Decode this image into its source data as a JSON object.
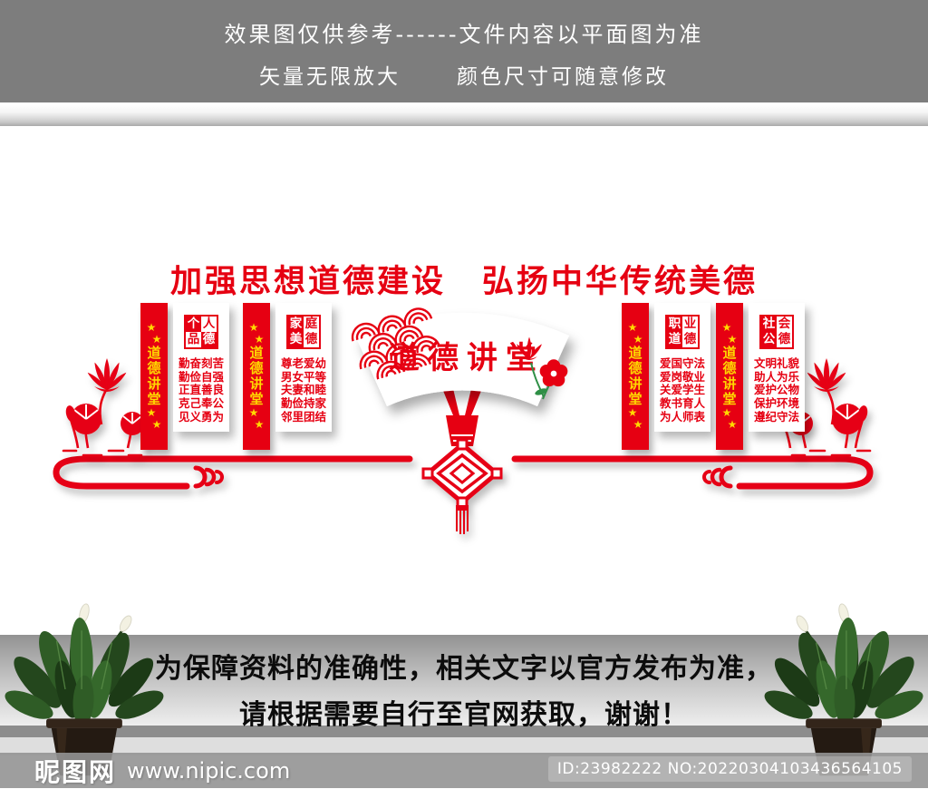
{
  "colors": {
    "accent_red": "#e60012",
    "star_yellow": "#ffd900",
    "header_gray": "#7d7d7d"
  },
  "header": {
    "line1": "效果图仅供参考------文件内容以平面图为准",
    "line2_left": "矢量无限放大",
    "line2_right": "颜色尺寸可随意修改"
  },
  "title": {
    "left": "加强思想道德建设",
    "right": "弘扬中华传统美德"
  },
  "fan": {
    "title": "道德讲堂"
  },
  "banner": {
    "star": "★",
    "chars": [
      "道",
      "德",
      "讲",
      "堂"
    ]
  },
  "panels": [
    {
      "name": "个人品德",
      "seal": [
        "个",
        "人",
        "品",
        "德"
      ],
      "seal_filled": [
        0,
        3
      ],
      "lines": [
        "勤奋刻苦",
        "勤俭自强",
        "正直善良",
        "克己奉公",
        "见义勇为"
      ]
    },
    {
      "name": "家庭美德",
      "seal": [
        "家",
        "庭",
        "美",
        "德"
      ],
      "seal_filled": [
        0,
        2
      ],
      "lines": [
        "尊老爱幼",
        "男女平等",
        "夫妻和睦",
        "勤俭持家",
        "邻里团结"
      ]
    },
    {
      "name": "职业道德",
      "seal": [
        "职",
        "业",
        "道",
        "德"
      ],
      "seal_filled": [
        0,
        2
      ],
      "lines": [
        "爱国守法",
        "爱岗敬业",
        "关爱学生",
        "教书育人",
        "为人师表"
      ]
    },
    {
      "name": "社会公德",
      "seal": [
        "社",
        "会",
        "公",
        "德"
      ],
      "seal_filled": [
        0,
        2
      ],
      "lines": [
        "文明礼貌",
        "助人为乐",
        "爱护公物",
        "保护环境",
        "遵纪守法"
      ]
    }
  ],
  "notice": {
    "line1": "为保障资料的准确性，相关文字以官方发布为准，",
    "line2": "请根据需要自行至官网获取，谢谢！"
  },
  "watermark": {
    "site_name": "昵图网",
    "site_url": "www.nipic.com",
    "id_text": "ID:23982222 NO:20220304103436564105"
  }
}
